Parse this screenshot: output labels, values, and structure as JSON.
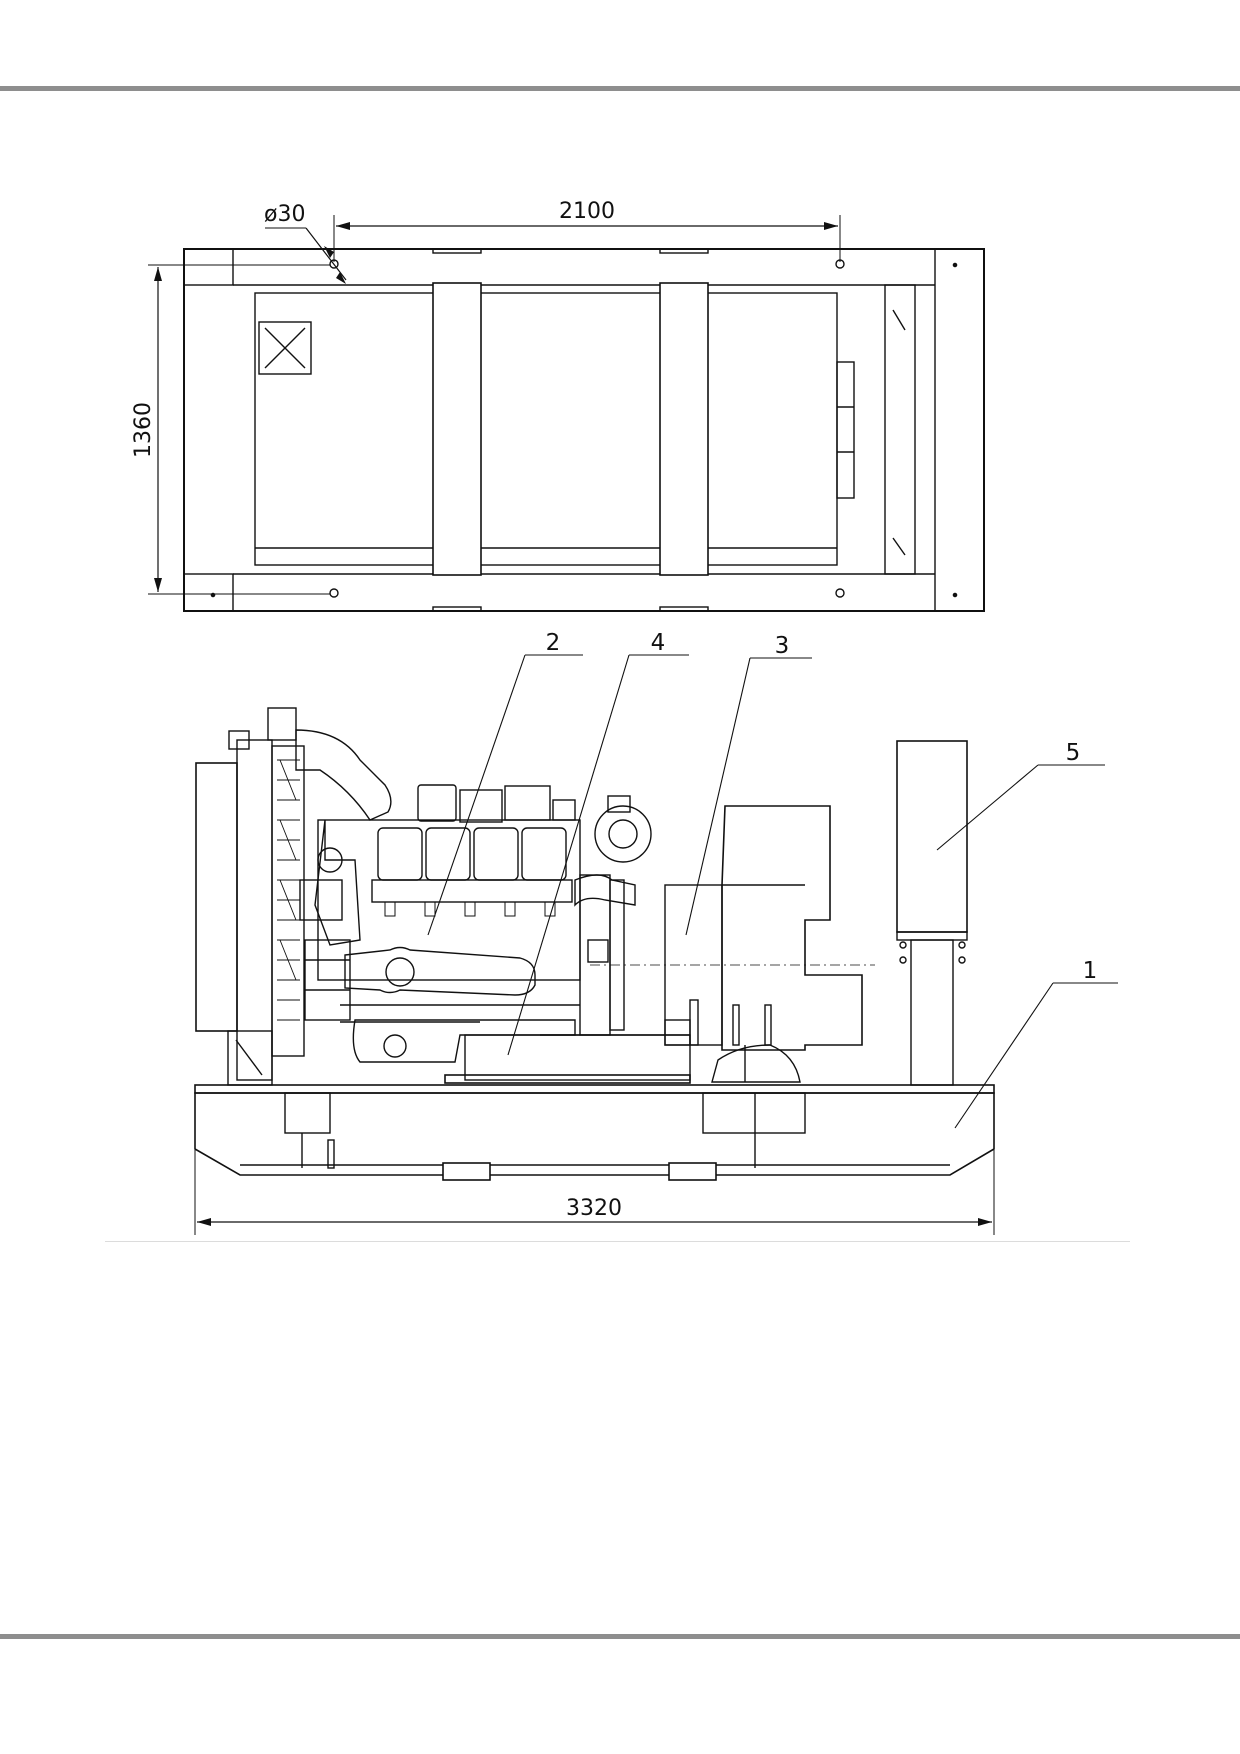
{
  "plan_view": {
    "dimensions": {
      "hole_diameter": "ø30",
      "mount_spacing": "2100",
      "width": "1360"
    }
  },
  "side_view": {
    "dimensions": {
      "length": "3320"
    },
    "callouts": [
      "2",
      "4",
      "3",
      "5",
      "1"
    ]
  },
  "colors": {
    "line": "#111111",
    "rule": "#8e8e8e"
  }
}
